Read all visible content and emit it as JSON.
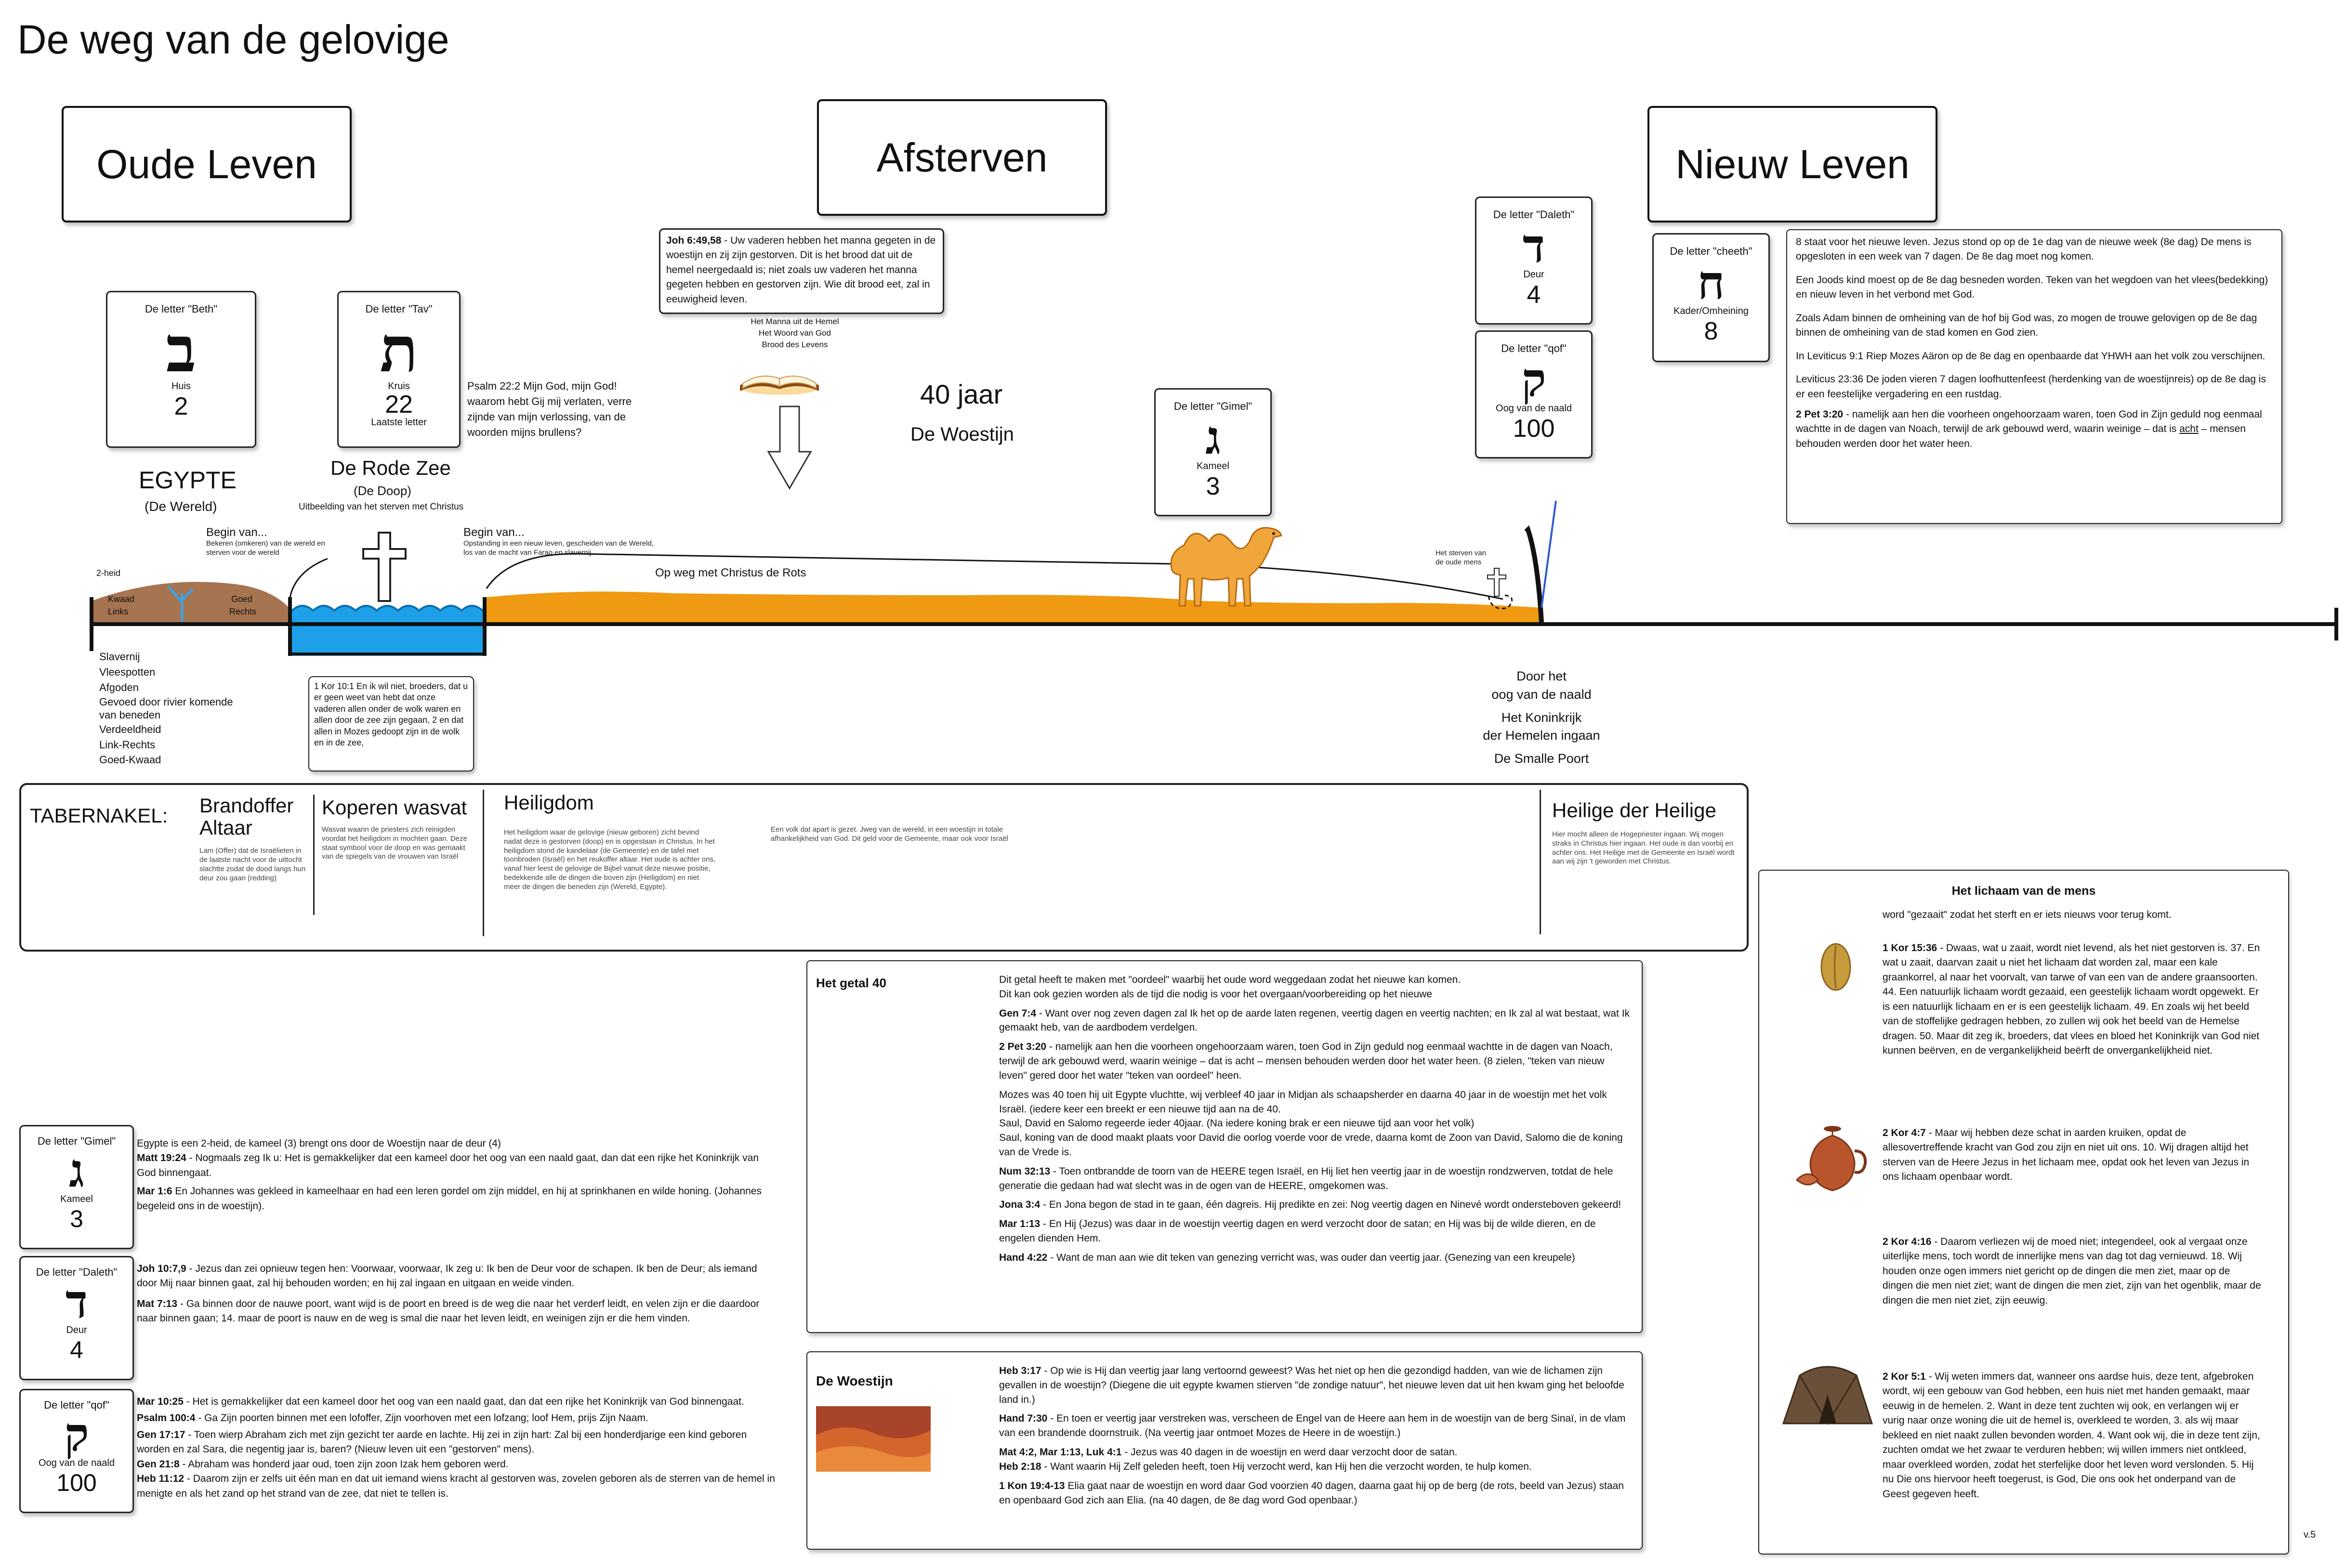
{
  "title": "De weg van de gelovige",
  "version": "v.5",
  "headers": {
    "old": "Oude Leven",
    "dying": "Afsterven",
    "new": "Nieuw Leven"
  },
  "beth": {
    "title": "De letter \"Beth\"",
    "glyph": "ב",
    "meaning": "Huis",
    "number": "2"
  },
  "tav": {
    "title": "De letter \"Tav\"",
    "glyph": "ת",
    "meaning": "Kruis",
    "number": "22",
    "extra": "Laatste letter"
  },
  "gimel": {
    "title": "De letter \"Gimel\"",
    "glyph": "ג",
    "meaning": "Kameel",
    "number": "3"
  },
  "daleth": {
    "title": "De letter \"Daleth\"",
    "glyph": "ד",
    "meaning": "Deur",
    "number": "4"
  },
  "qof": {
    "title": "De letter \"qof\"",
    "glyph": "ק",
    "meaning": "Oog van de naald",
    "number": "100"
  },
  "cheeth": {
    "title": "De letter \"cheeth\"",
    "glyph": "ח",
    "meaning": "Kader/Omheining",
    "number": "8"
  },
  "psalm22": "Psalm 22:2 Mijn God, mijn God! waarom hebt Gij mij verlaten, verre zijnde van mijn verlossing, van de woorden mijns brullens?",
  "joh6": {
    "ref": "Joh 6:49,58",
    "text": " - Uw vaderen hebben het manna gegeten in de woestijn en zij zijn gestorven. Dit is het brood dat uit de hemel neergedaald is; niet zoals uw vaderen het manna gegeten hebben en gestorven zijn. Wie dit brood eet, zal in eeuwigheid leven."
  },
  "manna_caption": [
    "Het Manna uit de Hemel",
    "Het Woord van God",
    "Brood des Levens"
  ],
  "forty": {
    "years": "40 jaar",
    "desert": "De Woestijn"
  },
  "egypte": {
    "name": "EGYPTE",
    "sub": "(De Wereld)"
  },
  "rodezee": {
    "name": "De Rode Zee",
    "sub": "(De Doop)",
    "caption": "Uitbeelding van het sterven met Christus"
  },
  "begin1": {
    "title": "Begin van...",
    "text": "Bekeren (omkeren) van de wereld en sterven voor de wereld"
  },
  "begin2": {
    "title": "Begin van...",
    "text": "Opstanding in een nieuw leven, gescheiden van de Wereld, los van de macht van Farao en slavernij."
  },
  "road_label": "Op weg met Christus de Rots",
  "sterven_label": "Het sterven van de oude mens",
  "land": {
    "twoheid": "2-heid",
    "kwaad": "Kwaad",
    "goed": "Goed",
    "links": "Links",
    "rechts": "Rechts"
  },
  "slavery_list": [
    "Slavernij",
    "Vleespotten",
    "Afgoden",
    "Gevoed door rivier komende van beneden",
    "Verdeeldheid",
    "Link-Rechts",
    "Goed-Kwaad"
  ],
  "kor10": "1 Kor 10:1 En ik wil niet, broeders, dat u er geen weet van hebt dat onze vaderen allen onder de wolk waren en allen door de zee zijn gegaan, 2 en dat allen in Mozes gedoopt zijn in de wolk en in de zee,",
  "gate": {
    "line1": "Door het",
    "line2": "oog van de naald",
    "line3": "Het Koninkrijk",
    "line4": "der Hemelen ingaan",
    "line5": "De Smalle Poort"
  },
  "eight_lines": [
    "8 staat voor het nieuwe leven. Jezus stond op op de 1e dag van de nieuwe week (8e dag) De mens is opgesloten in een week van 7 dagen. De 8e dag moet nog komen.",
    "Een Joods kind moest op de 8e dag besneden worden. Teken van het wegdoen van het vlees(bedekking) en nieuw leven in het verbond met God.",
    "Zoals Adam binnen de omheining van de hof bij God was, zo mogen de trouwe gelovigen op de 8e dag binnen de omheining van de stad komen en God zien.",
    "In Leviticus 9:1 Riep Mozes Aäron op de 8e dag en openbaarde dat YHWH aan het volk zou verschijnen.",
    "Leviticus 23:36  De joden vieren 7 dagen loofhuttenfeest (herdenking van de woestijnreis) op de 8e dag is er een feestelijke vergadering en een rustdag."
  ],
  "eight_2pet": {
    "ref": "2 Pet 3:20",
    "text": " - namelijk aan hen die voorheen ongehoorzaam waren, toen God in Zijn geduld nog eenmaal wachtte in de dagen van Noach, terwijl de ark gebouwd werd, waarin weinige – dat is ",
    "acht": "acht",
    "tail": " – mensen behouden werden door het water heen."
  },
  "tabernakel": {
    "label": "TABERNAKEL:",
    "brandoffer": {
      "title": "Brandoffer Altaar",
      "text": "Lam (Offer) dat de Israëlieten in de laatste nacht voor de uittocht slachtte zodat de dood langs hun deur zou gaan (redding)"
    },
    "wasvat": {
      "title": "Koperen wasvat",
      "text": "Wasvat waarin de priesters zich reinigden voordat het heiligdom in mochten gaan. Deze staat symbool voor de doop en was gemaakt van de spiegels van de vrouwen van Israël"
    },
    "heiligdom": {
      "title": "Heiligdom",
      "text": "Het heiligdom waar de gelovige (nieuw geboren) zicht bevind nadat deze is gestorven (doop) en is opgestaan in Christus. In het heiligdom stond de kandelaar (de Gemeente) en de tafel met toonbroden (Israël) en het reukoffer altaar. Het oude is achter ons, vanaf hier leest de gelovige de Bijbel vanuit deze nieuwe positie, bedekkende alle de dingen die boven zijn (Heiligdom) en niet meer de dingen die beneden zijn (Wereld, Egypte)."
    },
    "middle": "Een volk dat apart is gezet. Jweg van de wereld, in een woestijn in totale afhankelijkheid van God. Dit geld voor de Gemeente, maar ook voor Israël",
    "heilige": {
      "title": "Heilige der Heilige",
      "text": "Hier mocht alleen de Hogepriester ingaan. Wij mogen straks in Christus hier ingaan. Het oude is dan voorbij en achter ons. Het Heilige met de Gemeente en Israël wordt aan wij zijn 't geworden met Christus."
    }
  },
  "getal40": {
    "title": "Het getal 40",
    "intro1": "Dit getal heeft te maken met \"oordeel\" waarbij het oude word weggedaan zodat het nieuwe kan komen.",
    "intro2": "Dit kan ook gezien worden als de tijd die nodig is voor het overgaan/voorbereiding op het nieuwe",
    "gen74": {
      "ref": "Gen 7:4",
      "text": " - Want over nog zeven dagen zal Ik het op de aarde laten regenen, veertig dagen en veertig nachten; en Ik zal al wat bestaat, wat Ik gemaakt heb, van de aardbodem verdelgen."
    },
    "pet320": {
      "ref": "2 Pet 3:20",
      "text": " - namelijk aan hen die voorheen ongehoorzaam waren, toen God in Zijn geduld nog eenmaal wachtte in de dagen van Noach, terwijl de ark gebouwd werd, waarin weinige – dat is acht – mensen behouden werden door het water heen.  (8 zielen, \"teken van nieuw leven\" gered door het water \"teken van oordeel\" heen."
    },
    "mozes": "Mozes was 40 toen hij uit Egypte vluchtte, wij verbleef 40 jaar in Midjan als schaapsherder en daarna 40 jaar in de woestijn met het volk Israël. (iedere keer een breekt er een nieuwe tijd aan na de 40.",
    "saul1": "Saul, David en Salomo regeerde ieder 40jaar. (Na iedere koning brak er een nieuwe tijd aan voor het volk)",
    "saul2": "Saul, koning van de dood maakt plaats voor David die oorlog voerde voor de vrede, daarna komt de Zoon van David, Salomo die de koning van de Vrede is.",
    "num": {
      "ref": "Num 32:13",
      "text": " - Toen ontbrandde de toorn van de HEERE tegen Israël, en Hij liet hen veertig jaar in de woestijn rondzwerven, totdat de hele generatie die gedaan had wat slecht was in de ogen van de HEERE, omgekomen was."
    },
    "jona": {
      "ref": "Jona 3:4",
      "text": " - En Jona begon de stad in te gaan, één dagreis. Hij predikte en zei: Nog veertig dagen en Ninevé wordt ondersteboven gekeerd!"
    },
    "mar": {
      "ref": "Mar 1:13",
      "text": " - En Hij (Jezus) was daar in de woestijn veertig dagen en werd verzocht door de satan; en Hij was bij de wilde dieren, en de engelen dienden Hem."
    },
    "hand": {
      "ref": "Hand 4:22",
      "text": " - Want de man aan wie dit teken van genezing verricht was, was ouder dan veertig jaar. (Genezing van een kreupele)"
    }
  },
  "woestijn": {
    "title": "De Woestijn",
    "heb": {
      "ref": "Heb 3:17",
      "text": " - Op wie is Hij dan veertig jaar lang vertoornd geweest? Was het niet op hen die gezondigd hadden, van wie de lichamen zijn gevallen in de woestijn? (Diegene die uit egypte kwamen stierven \"de zondige natuur\", het nieuwe leven dat uit hen kwam ging het beloofde land in.)"
    },
    "hand730": {
      "ref": "Hand 7:30",
      "text": " - En toen er veertig jaar verstreken was, verscheen de Engel van de Heere aan hem in de woestijn van de berg Sinaï, in de vlam van een brandende doornstruik. (Na veertig jaar ontmoet Mozes de Heere in de woestijn.)"
    },
    "mat4": {
      "ref": "Mat 4:2, Mar 1:13, Luk 4:1",
      "text": " - Jezus was 40 dagen in de woestijn en werd daar verzocht door de satan."
    },
    "heb218": {
      "ref": "Heb 2:18",
      "text": " - Want waarin Hij Zelf geleden heeft, toen Hij verzocht werd, kan Hij hen die verzocht worden, te hulp komen."
    },
    "kon": {
      "ref": "1 Kon 19:4-13",
      "text": " Elia gaat naar de woestijn en word daar God voorzien 40 dagen, daarna gaat hij op de berg (de rots, beeld van Jezus) staan en openbaard God zich aan Elia. (na 40 dagen, de 8e dag word God openbaar.)"
    }
  },
  "bottom_left": {
    "gimel_intro": "Egypte is een 2-heid, de kameel (3) brengt ons door de Woestijn naar de deur (4)",
    "mat1924": {
      "ref": "Matt 19:24",
      "text": " - Nogmaals zeg Ik u: Het is gemakkelijker dat een kameel door het oog van een naald gaat, dan dat een rijke het Koninkrijk van God binnengaat."
    },
    "mar16": {
      "ref": "Mar 1:6",
      "text": " En Johannes was gekleed in kameelhaar en had een leren gordel om zijn middel, en hij at sprinkhanen en wilde honing. (Johannes begeleid ons in de woestijn)."
    },
    "joh10": {
      "ref": "Joh 10:7,9",
      "text": " - Jezus dan zei opnieuw tegen hen: Voorwaar, voorwaar, Ik zeg u: Ik ben de Deur voor de schapen. Ik ben de Deur; als iemand door Mij naar binnen gaat, zal hij behouden worden; en hij zal ingaan en uitgaan en weide vinden."
    },
    "mat713": {
      "ref": "Mat 7:13",
      "text": " - Ga binnen door de nauwe poort, want wijd is de poort en breed is de weg die naar het verderf leidt, en velen zijn er die daardoor naar binnen gaan; 14. maar de poort is nauw en de weg is smal die naar het leven leidt, en weinigen zijn er die hem vinden."
    },
    "mar1025": {
      "ref": "Mar 10:25",
      "text": " - Het is gemakkelijker dat een kameel door het oog van een naald gaat, dan dat een rijke het Koninkrijk van God binnengaat."
    },
    "psalm100": {
      "ref": "Psalm 100:4",
      "text": " - Ga Zijn poorten binnen met een lofoffer, Zijn voorhoven met een lofzang; loof Hem, prijs Zijn Naam."
    },
    "gen1717": {
      "ref": "Gen 17:17",
      "text": " - Toen wierp Abraham zich met zijn gezicht ter aarde en lachte. Hij zei in zijn hart: Zal bij een honderdjarige een kind geboren worden en zal Sara, die negentig jaar is, baren?  (Nieuw leven uit een \"gestorven\" mens)."
    },
    "gen215": {
      "ref": "Gen 21:8",
      "text": " - Abraham was honderd jaar oud, toen zijn zoon Izak hem geboren werd."
    },
    "heb1112": {
      "ref": "Heb 11:12",
      "text": " - Daarom zijn er zelfs uit één man en dat uit iemand wiens kracht al gestorven was, zovelen geboren  als de sterren van de hemel in menigte en als het zand op het strand van de zee, dat niet te tellen is."
    }
  },
  "lichaam": {
    "title": "Het lichaam van de mens",
    "sub": "word \"gezaait\" zodat het sterft en er iets nieuws voor terug komt.",
    "kor1536": {
      "ref": "1 Kor 15:36",
      "text": " - Dwaas,  wat u zaait, wordt niet levend, als het niet gestorven is. 37. En wat u zaait, daarvan zaait u niet het lichaam dat worden zal, maar een kale graankorrel, al naar het voorvalt, van tarwe of van een van de andere graansoorten. 44. Een natuurlijk lichaam wordt gezaaid, een geestelijk lichaam wordt opgewekt. Er is een natuurlijk lichaam en er is een geestelijk lichaam. 49. En  zoals wij het beeld van de stoffelijke gedragen hebben, zo zullen wij ook het beeld van de Hemelse dragen. 50. Maar dit zeg ik, broeders,  dat vlees en bloed het Koninkrijk van God niet kunnen beërven, en de vergankelijkheid beërft de onvergankelijkheid niet."
    },
    "kor47": {
      "ref": "2 Kor 4:7",
      "text": " - Maar wij hebben deze schat  in aarden kruiken, opdat de allesovertreffende kracht van  God zou zijn en niet uit ons. 10. Wij dragen altijd het sterven van de Heere Jezus in het lichaam mee, opdat ook het leven van Jezus in ons lichaam openbaar wordt."
    },
    "kor416": {
      "ref": "2 Kor 4:16",
      "text": " - Daarom verliezen wij de moed niet; integendeel, ook al vergaat onze uiterlijke mens, toch wordt de innerlijke mens van dag tot dag vernieuwd. 18. Wij houden onze ogen immers niet gericht op de dingen die men ziet, maar op de dingen die men niet ziet; want de dingen die men ziet, zijn van het ogenblik, maar de dingen die men niet ziet, zijn eeuwig."
    },
    "kor51": {
      "ref": "2 Kor 5:1",
      "text": " - Wij weten immers dat, wanneer ons  aardse huis, deze tent, afgebroken wordt, wij een gebouw van God hebben, een huis niet met handen gemaakt, maar eeuwig in de hemelen. 2. Want in deze tent zuchten wij ook, en verlangen wij er vurig naar onze woning die uit de hemel is, overkleed te worden, 3. als wij maar bekleed en niet naakt zullen bevonden worden. 4. Want ook wij, die in deze tent zijn, zuchten omdat we het zwaar te verduren hebben; wij willen immers niet ontkleed, maar overkleed worden,  zodat het sterfelijke door het leven word verslonden. 5. Hij nu Die ons hiervoor heeft toegerust, is God,  Die ons ook het onderpand van de Geest  gegeven heeft."
    }
  }
}
